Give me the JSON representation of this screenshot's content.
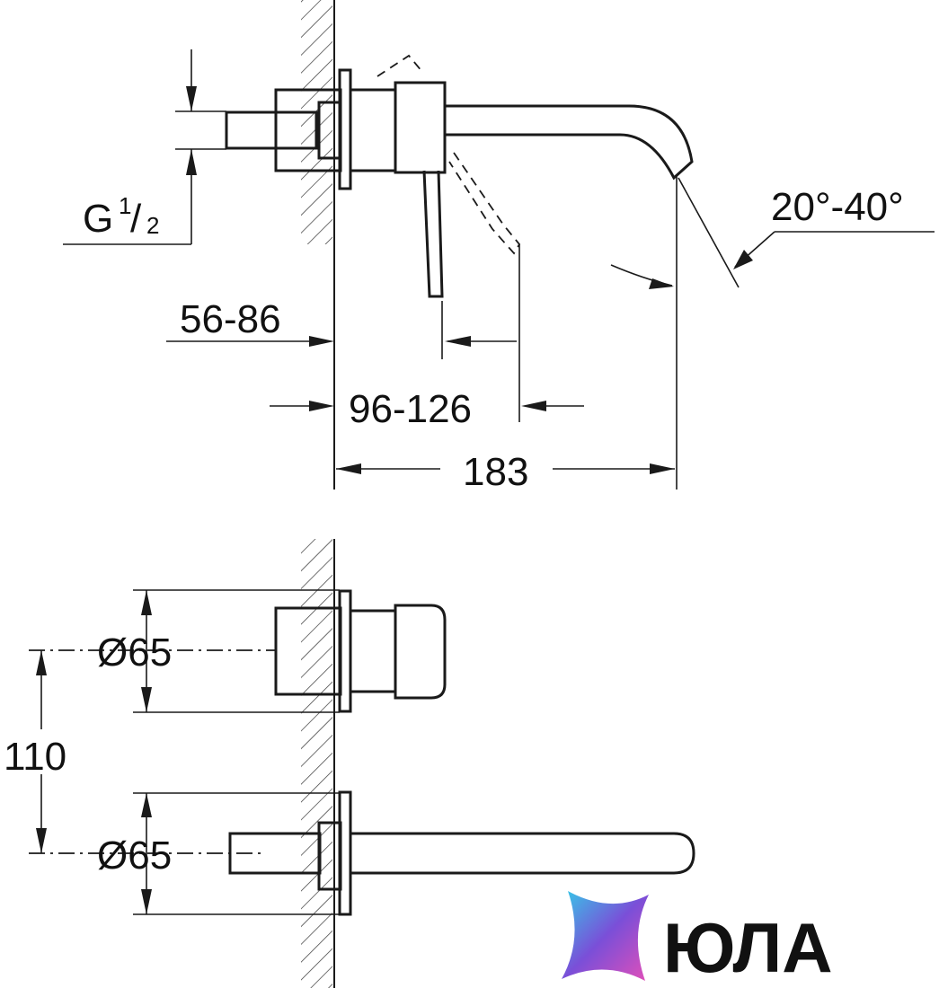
{
  "dimensions": {
    "thread_main": "G",
    "thread_sup": "1",
    "thread_sub": "2",
    "angle": "20°-40°",
    "wall_depth": "56-86",
    "lever_offset": "96-126",
    "spout_length": "183",
    "diameter_top": "Ø65",
    "diameter_bottom": "Ø65",
    "center_distance": "110"
  },
  "logo": {
    "text": "ЮЛА",
    "colors": [
      "#35c9e8",
      "#7a4fd8",
      "#e24fb9"
    ]
  }
}
